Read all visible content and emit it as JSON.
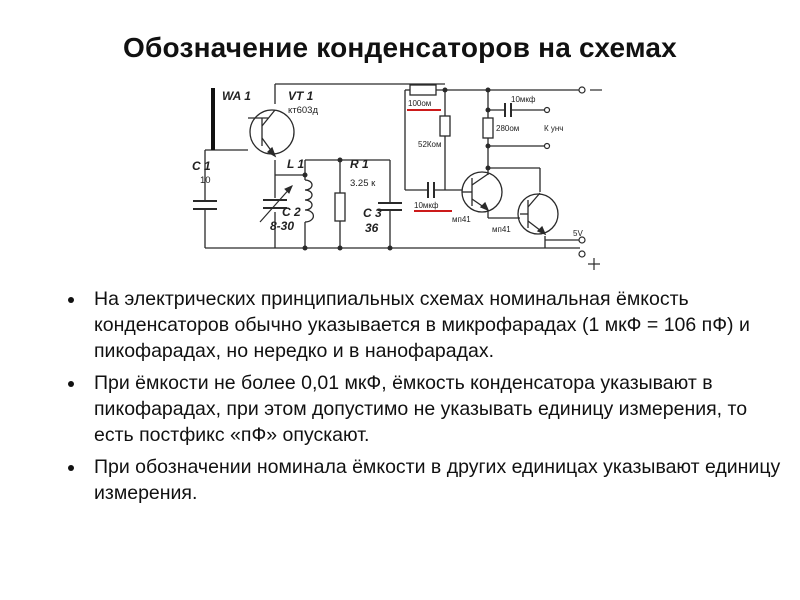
{
  "slide": {
    "title": "Обозначение конденсаторов на схемах"
  },
  "schematic": {
    "labels": {
      "wa1": "WA 1",
      "vt1": "VT 1",
      "vt1_type": "кт603д",
      "c1": "C 1",
      "c1_value": "10",
      "l1": "L 1",
      "c2": "C 2",
      "c2_value": "8-30",
      "r1": "R 1",
      "r1_value": "3.25 к",
      "c3": "C 3",
      "c3_value": "36",
      "r_100": "100ом",
      "r_52k": "52Ком",
      "c_10u_a": "10мкф",
      "c_10u_b": "10мкф",
      "r_280": "280ом",
      "k_unch": "К унч",
      "t1": "мп41",
      "t2": "мп41",
      "v5": "5V"
    },
    "colors": {
      "wire": "#2a2a2a",
      "highlight": "#cc1a1a",
      "antenna": "#111111"
    }
  },
  "bullets": [
    {
      "text": "На электрических принципиальных схемах номинальная ёмкость конденсаторов обычно указывается в микрофарадах (1 мкФ = 106 пФ) и пикофарадах, но нередко и в нанофарадах."
    },
    {
      "text": "При ёмкости не более 0,01 мкФ, ёмкость конденсатора указывают в пикофарадах, при этом допустимо не указывать единицу измерения, то есть постфикс «пФ» опускают."
    },
    {
      "text": "При обозначении номинала ёмкости в других единицах указывают единицу измерения."
    }
  ]
}
